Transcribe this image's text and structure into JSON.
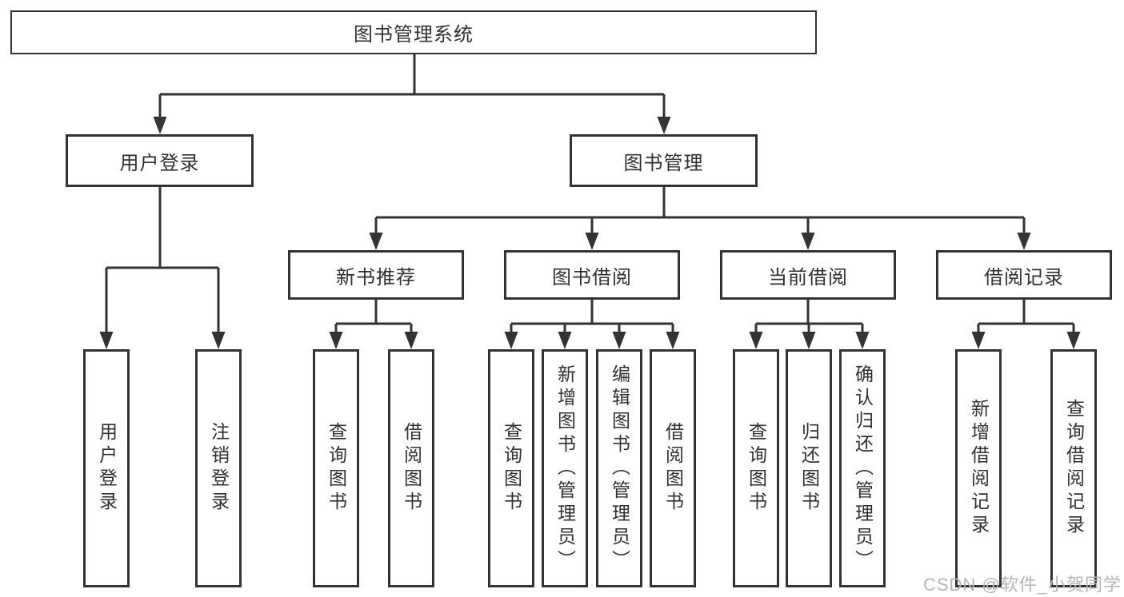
{
  "colors": {
    "background": "#ffffff",
    "line": "#333333",
    "box_border": "#333333",
    "text": "#303030",
    "watermark": "#b5b5b5"
  },
  "tree": {
    "root": "图书管理系统",
    "branches": [
      {
        "label": "用户登录",
        "children": [
          "用户登录",
          "注销登录"
        ]
      },
      {
        "label": "图书管理",
        "groups": [
          {
            "label": "新书推荐",
            "children": [
              "查询图书",
              "借阅图书"
            ]
          },
          {
            "label": "图书借阅",
            "children": [
              "查询图书",
              "新增图书（管理员）",
              "编辑图书（管理员）",
              "借阅图书"
            ]
          },
          {
            "label": "当前借阅",
            "children": [
              "查询图书",
              "归还图书",
              "确认归还（管理员）"
            ]
          },
          {
            "label": "借阅记录",
            "children": [
              "新增借阅记录",
              "查询借阅记录"
            ]
          }
        ]
      }
    ]
  },
  "watermark": {
    "text": "CSDN @软件_小贺同学"
  }
}
